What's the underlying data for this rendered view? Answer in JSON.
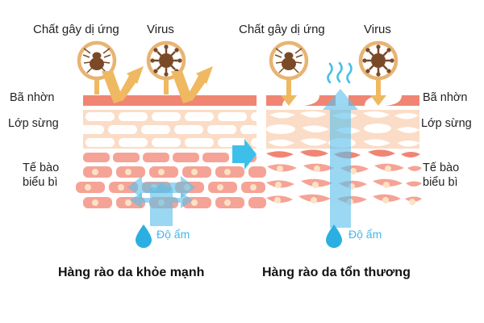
{
  "diagram": {
    "title_left": "Hàng rào da khỏe mạnh",
    "title_right": "Hàng rào da tổn thương",
    "background": "#ffffff"
  },
  "left_panel": {
    "name": "healthy-skin-barrier",
    "top_labels": [
      {
        "id": "allergen",
        "text": "Chất gây dị ứng",
        "icon": "mite-icon"
      },
      {
        "id": "virus",
        "text": "Virus",
        "icon": "virus-icon"
      }
    ],
    "side_labels": [
      {
        "id": "sebum",
        "text": "Bã nhờn"
      },
      {
        "id": "stratum-corneum",
        "text": "Lớp sừng"
      },
      {
        "id": "epidermal-cells",
        "text": "Tế bào\nbiểu bì"
      }
    ],
    "moisture_label": "Độ ẩm",
    "caption": "Hàng rào da khỏe mạnh",
    "behavior": "allergen and virus bounce off intact sebum layer; moisture retained and spread beneath stratum corneum"
  },
  "right_panel": {
    "name": "damaged-skin-barrier",
    "top_labels": [
      {
        "id": "allergen",
        "text": "Chất gây dị ứng",
        "icon": "mite-icon"
      },
      {
        "id": "virus",
        "text": "Virus",
        "icon": "virus-icon"
      }
    ],
    "side_labels": [
      {
        "id": "sebum",
        "text": "Bã nhờn"
      },
      {
        "id": "stratum-corneum",
        "text": "Lớp sừng"
      },
      {
        "id": "epidermal-cells",
        "text": "Tế bào\nbiểu bì"
      }
    ],
    "moisture_label": "Độ ẩm",
    "caption": "Hàng rào da tổn thương",
    "behavior": "allergen and virus penetrate broken sebum layer; moisture escapes upward as vapour"
  },
  "transition": {
    "icon": "right-arrow-icon",
    "color": "#3cc0ea"
  },
  "colors": {
    "sebum": "#f08573",
    "corneum_bg": "#fbdcc6",
    "corneum_cell": "#ffffff",
    "epidermal_cell": "#f5a396",
    "epidermal_nucleus": "#fbe2c2",
    "circle_ring": "#e8b473",
    "pathogen_body": "#7a4a28",
    "arrow_tan": "#efb961",
    "moisture_blue": "#78c9ef",
    "moisture_drop": "#2bafe2",
    "steam": "#49c0e6",
    "text": "#231f20",
    "caption": "#111111"
  }
}
